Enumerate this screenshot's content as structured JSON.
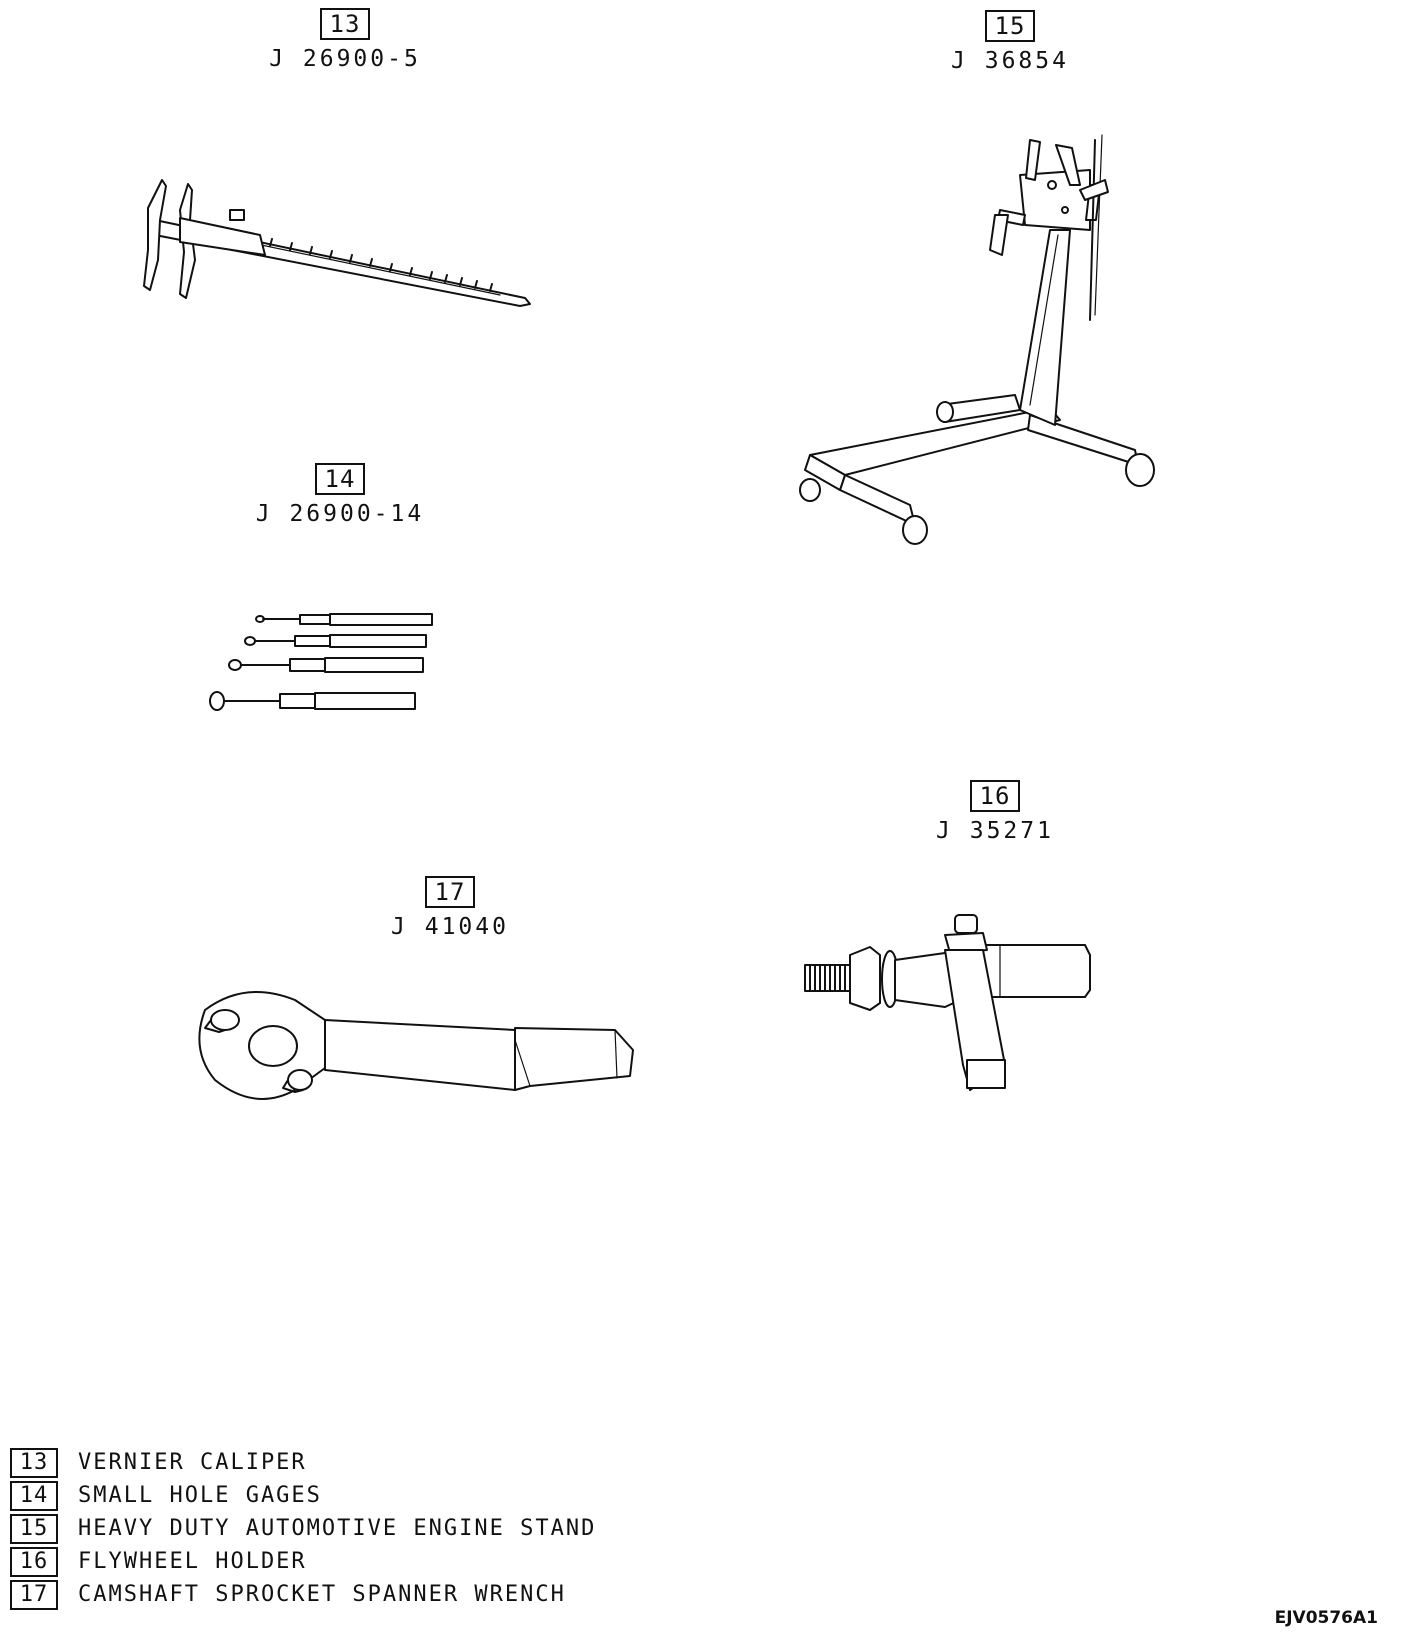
{
  "tools": [
    {
      "tag": "13",
      "part_number": "J 26900-5"
    },
    {
      "tag": "15",
      "part_number": "J 36854"
    },
    {
      "tag": "14",
      "part_number": "J 26900-14"
    },
    {
      "tag": "16",
      "part_number": "J 35271"
    },
    {
      "tag": "17",
      "part_number": "J 41040"
    }
  ],
  "legend": [
    {
      "tag": "13",
      "label": "VERNIER CALIPER"
    },
    {
      "tag": "14",
      "label": "SMALL HOLE GAGES"
    },
    {
      "tag": "15",
      "label": "HEAVY DUTY AUTOMOTIVE ENGINE STAND"
    },
    {
      "tag": "16",
      "label": "FLYWHEEL HOLDER"
    },
    {
      "tag": "17",
      "label": "CAMSHAFT SPROCKET SPANNER WRENCH"
    }
  ],
  "figure_code": "EJV0576A1"
}
